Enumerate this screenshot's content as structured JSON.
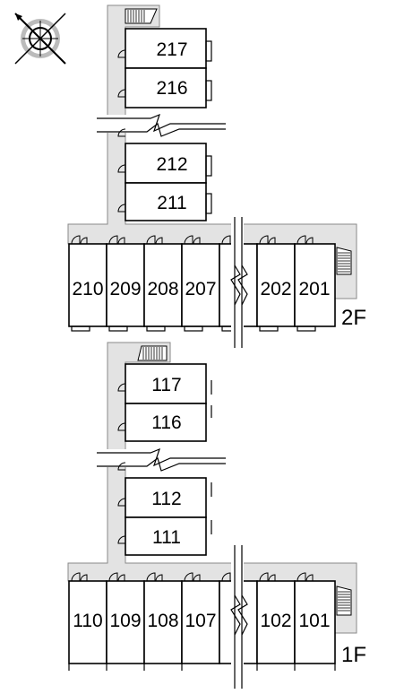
{
  "compass": {
    "icon": "compass-icon",
    "label": "N"
  },
  "floors": [
    {
      "id": "2F",
      "label": "2F",
      "wing_units": [
        "217",
        "216",
        "212",
        "211"
      ],
      "row_units": [
        "210",
        "209",
        "208",
        "207",
        "",
        "202",
        "201"
      ]
    },
    {
      "id": "1F",
      "label": "1F",
      "wing_units": [
        "117",
        "116",
        "112",
        "111"
      ],
      "row_units": [
        "110",
        "109",
        "108",
        "107",
        "",
        "102",
        "101"
      ]
    }
  ],
  "colors": {
    "corridor": "#e3e3e3",
    "wall": "#000000"
  }
}
